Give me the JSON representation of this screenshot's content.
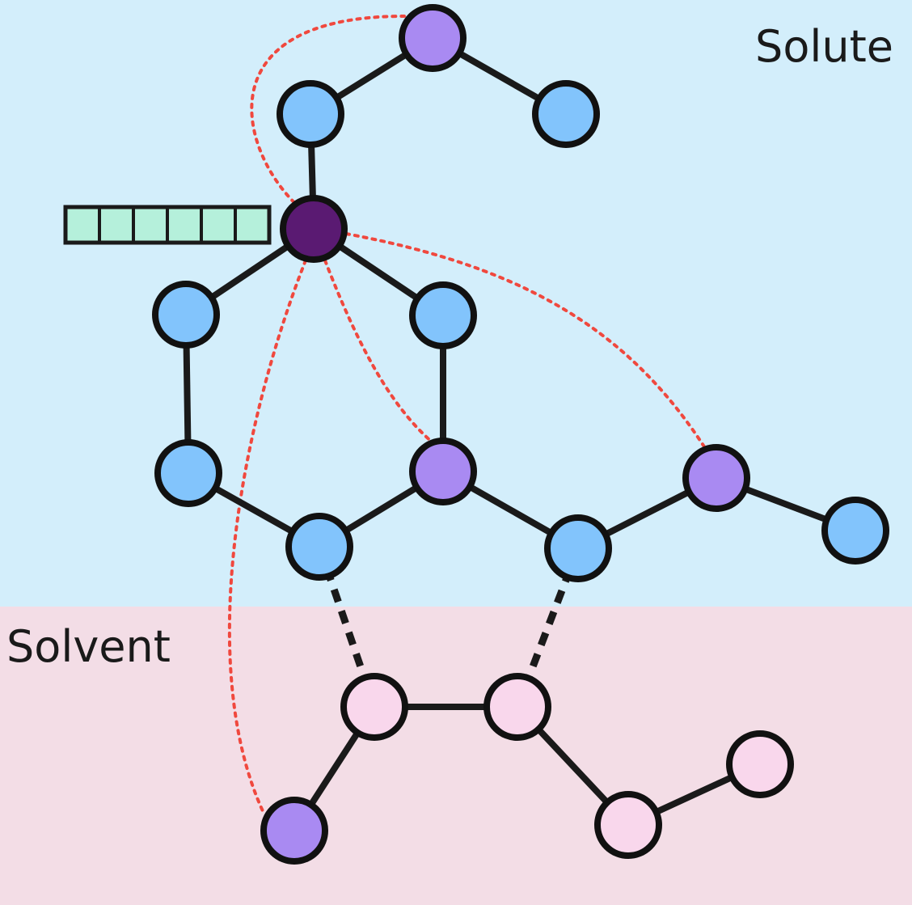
{
  "regions": {
    "solute": {
      "label": "Solute",
      "color": "#d3eefb"
    },
    "solvent": {
      "label": "Solvent",
      "color": "#f3dde6"
    }
  },
  "colors": {
    "edge": "#1a1a1a",
    "attention_edge": "#f0483e",
    "solute_node": "#82c4fc",
    "focus_node": "#5a1a72",
    "highlight_node": "#a98af2",
    "solvent_node": "#f9d7ec",
    "feature_vector": "#b5f0db"
  },
  "graph": {
    "nodes": [
      {
        "id": "n1",
        "type": "highlight"
      },
      {
        "id": "n2",
        "type": "solute"
      },
      {
        "id": "n3",
        "type": "solute"
      },
      {
        "id": "n4",
        "type": "focus"
      },
      {
        "id": "n5",
        "type": "solute"
      },
      {
        "id": "n6",
        "type": "solute"
      },
      {
        "id": "n7",
        "type": "solute"
      },
      {
        "id": "n8",
        "type": "highlight"
      },
      {
        "id": "n9",
        "type": "highlight"
      },
      {
        "id": "n10",
        "type": "solute"
      },
      {
        "id": "n11",
        "type": "solute"
      },
      {
        "id": "n12",
        "type": "solute"
      },
      {
        "id": "n13",
        "type": "solvent"
      },
      {
        "id": "n14",
        "type": "solvent"
      },
      {
        "id": "n15",
        "type": "highlight"
      },
      {
        "id": "n16",
        "type": "solvent"
      },
      {
        "id": "n17",
        "type": "solvent"
      }
    ],
    "bonds": [
      [
        "n1",
        "n2"
      ],
      [
        "n1",
        "n3"
      ],
      [
        "n2",
        "n4"
      ],
      [
        "n4",
        "n5"
      ],
      [
        "n4",
        "n6"
      ],
      [
        "n5",
        "n7"
      ],
      [
        "n6",
        "n8"
      ],
      [
        "n7",
        "n11"
      ],
      [
        "n11",
        "n8"
      ],
      [
        "n8",
        "n12"
      ],
      [
        "n12",
        "n9"
      ],
      [
        "n9",
        "n10"
      ],
      [
        "n13",
        "n14"
      ],
      [
        "n13",
        "n15"
      ],
      [
        "n14",
        "n16"
      ],
      [
        "n16",
        "n17"
      ]
    ],
    "interactions": [
      [
        "n11",
        "n13"
      ],
      [
        "n12",
        "n14"
      ]
    ],
    "attention": [
      {
        "from": "n4",
        "to": "n1"
      },
      {
        "from": "n4",
        "to": "n8"
      },
      {
        "from": "n4",
        "to": "n9"
      },
      {
        "from": "n4",
        "to": "n15"
      }
    ]
  },
  "feature_vector": {
    "cells": 6,
    "attached_to": "n4"
  }
}
